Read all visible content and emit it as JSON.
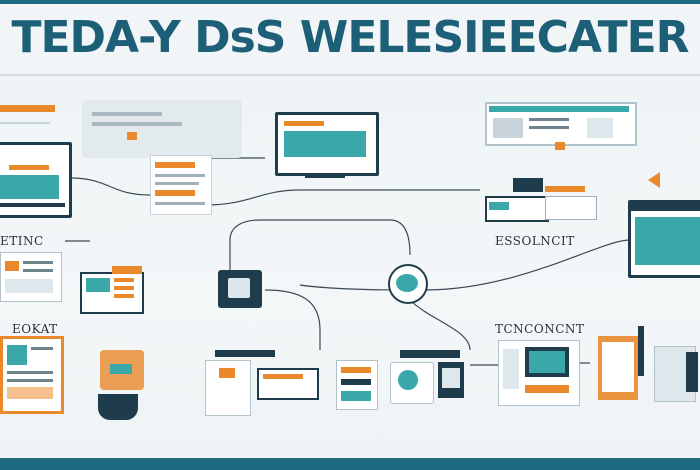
{
  "header": {
    "title": "TEDA-Y DsS WELESIEECATER"
  },
  "labels": {
    "left_top": "ETINC",
    "left_mid": "EOKAT",
    "right_top": "ESSOLNCIT",
    "right_mid": "TCNCONCNT"
  },
  "colors": {
    "teal": "#3aa7a9",
    "navy": "#1f3c4c",
    "orange": "#e9892c",
    "title": "#1d5f77"
  }
}
